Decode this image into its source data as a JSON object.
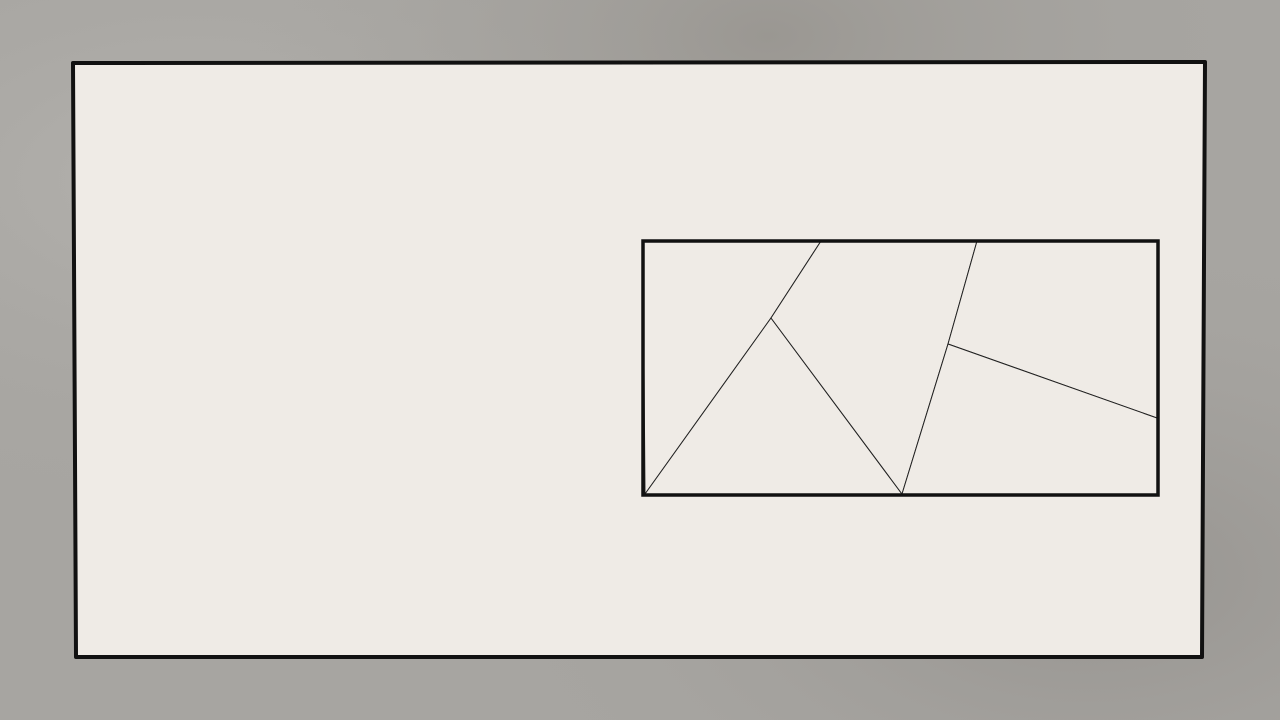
{
  "colors": {
    "background": "#a7a5a1",
    "background_dark": "#8f8d89",
    "background_light": "#b6b4b0",
    "paper": "#efebe6",
    "frame": "#111111",
    "crease": "#222222"
  },
  "board": {
    "pieces": [
      {
        "id": "piece-top-left-triangle"
      },
      {
        "id": "piece-bottom-triangle"
      },
      {
        "id": "piece-center-quad"
      },
      {
        "id": "piece-top-right-quad"
      },
      {
        "id": "piece-bottom-right-quad"
      }
    ]
  }
}
